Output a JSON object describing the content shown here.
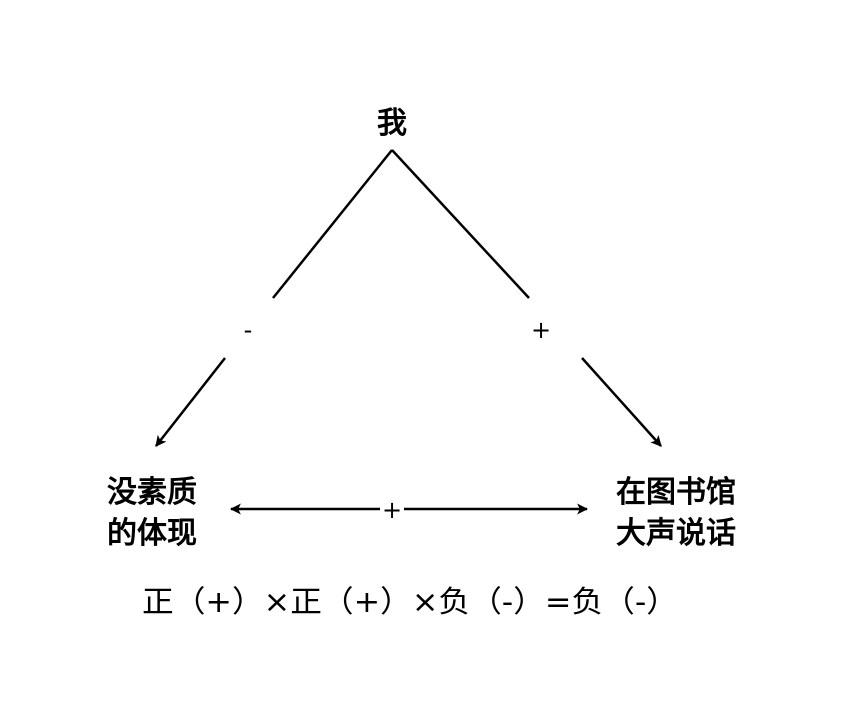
{
  "nodes": {
    "top": "我",
    "left_line1": "没素质",
    "left_line2": "的体现",
    "right_line1": "在图书馆",
    "right_line2": "大声说话"
  },
  "edges": {
    "top_to_left": "-",
    "top_to_right": "+",
    "left_to_right": "+"
  },
  "formula": "正（+）×正（+）×负（-）=负（-）",
  "colors": {
    "stroke": "#000000",
    "background": "#ffffff"
  }
}
